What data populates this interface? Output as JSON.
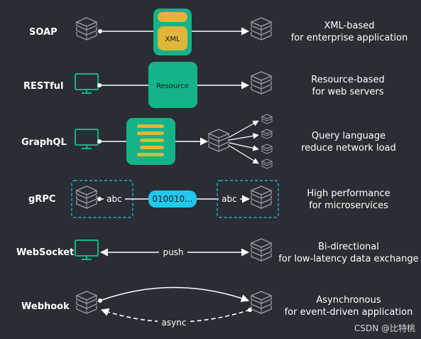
{
  "colors": {
    "background": "#2a2d33",
    "accent_green": "#14b38a",
    "accent_yellow": "#e0b63a",
    "accent_cyan": "#22c7f0",
    "line": "#ffffff"
  },
  "rows": [
    {
      "name": "SOAP",
      "description_lines": [
        "XML-based",
        "for enterprise application"
      ],
      "box_label": "XML"
    },
    {
      "name": "RESTful",
      "description_lines": [
        "Resource-based",
        "for web servers"
      ],
      "box_label": "Resource"
    },
    {
      "name": "GraphQL",
      "description_lines": [
        "Query language",
        "reduce network load"
      ]
    },
    {
      "name": "gRPC",
      "description_lines": [
        "High performance",
        "for microservices"
      ],
      "left_label": "abc",
      "middle_label": "010010...",
      "right_label": "abc"
    },
    {
      "name": "WebSocket",
      "description_lines": [
        "Bi-directional",
        "for low-latency data exchange"
      ],
      "arrow_label": "push"
    },
    {
      "name": "Webhook",
      "description_lines": [
        "Asynchronous",
        "for event-driven application"
      ],
      "arrow_label": "async"
    }
  ],
  "watermark": "CSDN @比特桃",
  "icons": [
    "server-stack-icon",
    "monitor-icon"
  ]
}
